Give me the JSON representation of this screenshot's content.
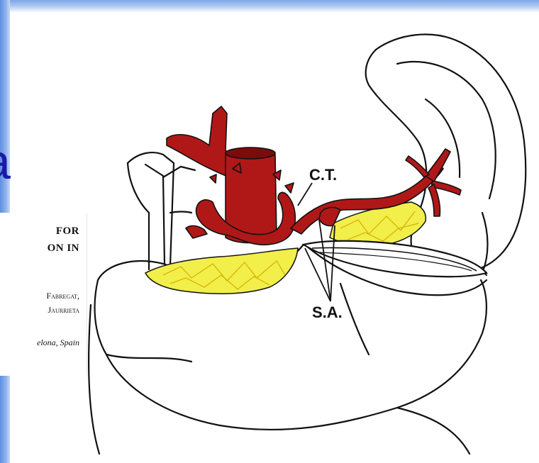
{
  "slide": {
    "accent_color": "#1a1aa8",
    "partial_letter": "a"
  },
  "paper_clip": {
    "title_line_1": "FOR",
    "title_line_2": "ON IN",
    "author_line_1": "Fabregat,",
    "author_line_2": "Jaurrieta",
    "location": "elona, Spain"
  },
  "diagram": {
    "label_celiac_trunk": "C.T.",
    "label_splenic_artery": "S.A.",
    "colors": {
      "arteries": "#b01818",
      "pancreas": "#f2ee4a",
      "pancreas_lines": "#d4b000",
      "outline": "#111111"
    }
  }
}
